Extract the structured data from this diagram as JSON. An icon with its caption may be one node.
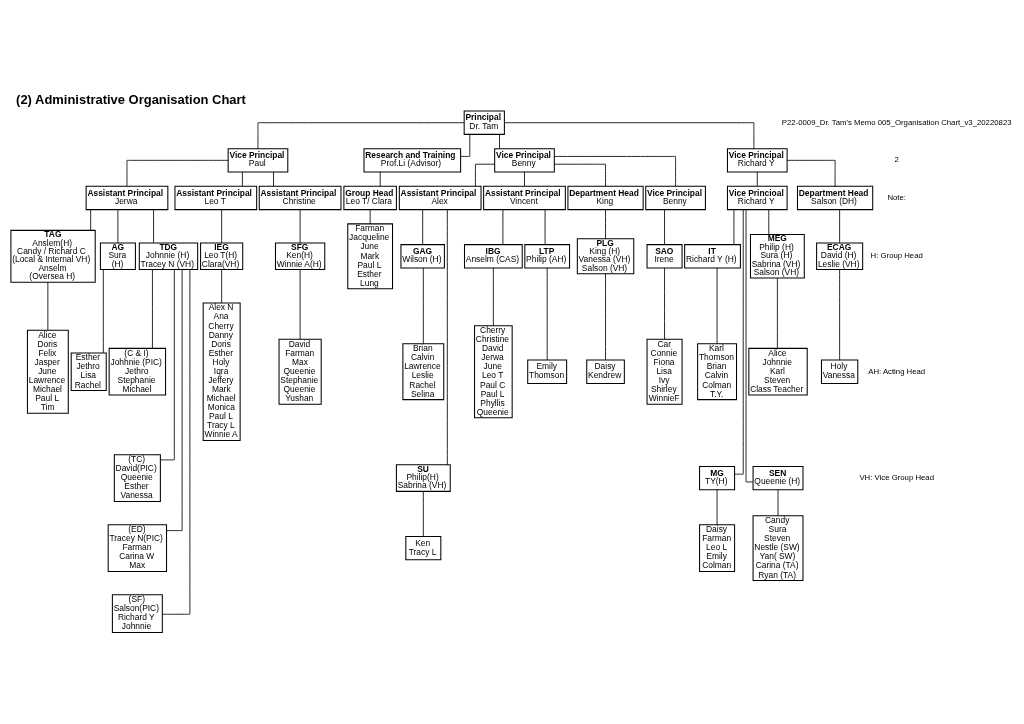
{
  "diagram": {
    "title": "(2) Administrative Organisation Chart",
    "nodes": [
      {
        "text": [
          "Principal",
          "Dr. Tam"
        ]
      },
      {
        "text": [
          "Vice Principal",
          "Paul"
        ]
      },
      {
        "text": [
          "Research and Training",
          "Prof.Li (Advisor)"
        ]
      },
      {
        "text": [
          "Vice Principal",
          "Benny"
        ]
      },
      {
        "text": [
          "Vice Principal",
          "Richard Y"
        ]
      },
      {
        "text": [
          "Assistant Principal",
          "Jerwa"
        ]
      },
      {
        "text": [
          "Assistant Principal",
          "Leo T"
        ]
      },
      {
        "text": [
          "Assistant Principal",
          "Christine"
        ]
      },
      {
        "text": [
          "Group Head",
          "Leo T/ Clara"
        ]
      },
      {
        "text": [
          "Assistant Principal",
          "Alex"
        ]
      },
      {
        "text": [
          "Assistant Principal",
          "Vincent"
        ]
      },
      {
        "text": [
          "Department Head",
          "King"
        ]
      },
      {
        "text": [
          "Vice Principal",
          "Benny"
        ]
      },
      {
        "text": [
          "Vice Princioal",
          "Richard Y"
        ]
      },
      {
        "text": [
          "Department Head",
          "Salson (DH)"
        ]
      },
      {
        "text": [
          "TAG",
          "Anslem(H)",
          "Candy / Richard C",
          "(Local & Internal VH)",
          "Anselm",
          "(Oversea H)"
        ]
      },
      {
        "text": [
          "Alice",
          "Doris",
          "Felix",
          "Jasper",
          "June",
          "Lawrence",
          "Michael",
          "Paul L",
          "Tim"
        ]
      },
      {
        "text": [
          "AG",
          "Sura",
          "(H)"
        ]
      },
      {
        "text": [
          "Esther",
          "Jethro",
          "Lisa",
          "Rachel"
        ]
      },
      {
        "text": [
          "TDG",
          "Johnnie (H)",
          "Tracey N (VH)"
        ]
      },
      {
        "text": [
          "(C & I)",
          "Johhnie (PIC)",
          "Jethro",
          "Stephanie",
          "Michael"
        ]
      },
      {
        "text": [
          "(TC)",
          "David(PIC)",
          "Queenie",
          "Esther",
          "Vanessa"
        ]
      },
      {
        "text": [
          "(ED)",
          "Tracey N(PIC)",
          "Farman",
          "Carina W",
          "Max"
        ]
      },
      {
        "text": [
          "(SF)",
          "Salson(PIC)",
          "Richard Y",
          "Johnnie"
        ]
      },
      {
        "text": [
          "IEG",
          "Leo T(H)",
          "Clara(VH)"
        ]
      },
      {
        "text": [
          "Alex N",
          "Ana",
          "Cherry",
          "Danny",
          "Doris",
          "Esther",
          "Holy",
          "Iqra",
          "Jeffery",
          "Mark",
          "Michael",
          "Monica",
          "Paul L",
          "Tracy L",
          "Winnie A"
        ]
      },
      {
        "text": [
          "SFG",
          "Ken(H)",
          "Winnie A(H)"
        ]
      },
      {
        "text": [
          "David",
          "Farman",
          "Max",
          "Queenie",
          "Stephanie",
          "Queenie",
          "Yushan"
        ]
      },
      {
        "text": [
          "Farman",
          "Jacqueline",
          "June",
          "Mark",
          "Paul L",
          "Esther",
          "Lung"
        ]
      },
      {
        "text": [
          "GAG",
          "Wilson (H)"
        ]
      },
      {
        "text": [
          "Brian",
          "Calvin",
          "Lawrence",
          "Leslie",
          "Rachel",
          "Selina"
        ]
      },
      {
        "text": [
          "SU",
          "Philip(H)",
          "Sabrina (VH)"
        ]
      },
      {
        "text": [
          "Ken",
          "Tracy L"
        ]
      },
      {
        "text": [
          "IBG",
          "Anselm (CAS)"
        ]
      },
      {
        "text": [
          "Cherry",
          "Christine",
          "David",
          "Jerwa",
          "June",
          "Leo T",
          "Paul C",
          "Paul L",
          "Phyllis",
          "Queenie"
        ]
      },
      {
        "text": [
          "LTP",
          "Philip (AH)"
        ]
      },
      {
        "text": [
          "Emily",
          "Thomson"
        ]
      },
      {
        "text": [
          "PLG",
          "King (H)",
          "Vanessa (VH)",
          "Salson (VH)"
        ]
      },
      {
        "text": [
          "Daisy",
          "Kendrew"
        ]
      },
      {
        "text": [
          "SAO",
          "Irene"
        ]
      },
      {
        "text": [
          "Car",
          "Connie",
          "Fiona",
          "Lisa",
          "Ivy",
          "Shirley",
          "WinnieF"
        ]
      },
      {
        "text": [
          "IT",
          "Richard Y (H)"
        ]
      },
      {
        "text": [
          "Karl",
          "Thomson",
          "Brian",
          "Calvin",
          "Colman",
          "T.Y."
        ]
      },
      {
        "text": [
          "MG",
          "TY(H)"
        ]
      },
      {
        "text": [
          "Daisy",
          "Farman",
          "Leo L",
          "Emily",
          "Colman"
        ]
      },
      {
        "text": [
          "MEG",
          "Philip (H)",
          "Sura (H)",
          "Sabrina (VH)",
          "Salson (VH)"
        ]
      },
      {
        "text": [
          "Alice",
          "Johnnie",
          "Karl",
          "Steven",
          "Class Teacher"
        ]
      },
      {
        "text": [
          "SEN",
          "Queenie (H)"
        ]
      },
      {
        "text": [
          "Candy",
          "Sura",
          "Steven",
          "Nestle (SW)",
          "Yan( SW)",
          "Carina (TA)",
          "Ryan (TA)"
        ]
      },
      {
        "text": [
          "ECAG",
          "David (H)",
          "Leslie (VH)"
        ]
      },
      {
        "text": [
          "Holy",
          "Vanessa"
        ]
      }
    ],
    "edges": [
      {
        "from": 0,
        "to": 1,
        "arrow": "none"
      },
      {
        "from": 0,
        "to": 2,
        "arrow": "none"
      },
      {
        "from": 0,
        "to": 3,
        "arrow": "none"
      },
      {
        "from": 0,
        "to": 4,
        "arrow": "none"
      },
      {
        "from": 1,
        "to": 5,
        "arrow": "none"
      },
      {
        "from": 1,
        "to": 6,
        "arrow": "none"
      },
      {
        "from": 1,
        "to": 7,
        "arrow": "none"
      },
      {
        "from": 2,
        "to": 8,
        "arrow": "none"
      },
      {
        "from": 3,
        "to": 9,
        "arrow": "none"
      },
      {
        "from": 3,
        "to": 10,
        "arrow": "none"
      },
      {
        "from": 3,
        "to": 11,
        "arrow": "none"
      },
      {
        "from": 3,
        "to": 12,
        "arrow": "none"
      },
      {
        "from": 4,
        "to": 13,
        "arrow": "none"
      },
      {
        "from": 4,
        "to": 14,
        "arrow": "none"
      },
      {
        "from": 5,
        "to": 15,
        "arrow": "none"
      },
      {
        "from": 15,
        "to": 16,
        "arrow": "none"
      },
      {
        "from": 5,
        "to": 17,
        "arrow": "none"
      },
      {
        "from": 17,
        "to": 18,
        "arrow": "none"
      },
      {
        "from": 5,
        "to": 19,
        "arrow": "none"
      },
      {
        "from": 19,
        "to": 20,
        "arrow": "none"
      },
      {
        "from": 19,
        "to": 21,
        "arrow": "none"
      },
      {
        "from": 19,
        "to": 22,
        "arrow": "none"
      },
      {
        "from": 19,
        "to": 23,
        "arrow": "none"
      },
      {
        "from": 6,
        "to": 24,
        "arrow": "none"
      },
      {
        "from": 24,
        "to": 25,
        "arrow": "none"
      },
      {
        "from": 7,
        "to": 26,
        "arrow": "none"
      },
      {
        "from": 26,
        "to": 27,
        "arrow": "none"
      },
      {
        "from": 8,
        "to": 28,
        "arrow": "none"
      },
      {
        "from": 9,
        "to": 29,
        "arrow": "none"
      },
      {
        "from": 29,
        "to": 30,
        "arrow": "none"
      },
      {
        "from": 9,
        "to": 31,
        "arrow": "none"
      },
      {
        "from": 31,
        "to": 32,
        "arrow": "none"
      },
      {
        "from": 10,
        "to": 33,
        "arrow": "none"
      },
      {
        "from": 33,
        "to": 34,
        "arrow": "none"
      },
      {
        "from": 10,
        "to": 35,
        "arrow": "none"
      },
      {
        "from": 35,
        "to": 36,
        "arrow": "none"
      },
      {
        "from": 11,
        "to": 37,
        "arrow": "none"
      },
      {
        "from": 37,
        "to": 38,
        "arrow": "none"
      },
      {
        "from": 12,
        "to": 39,
        "arrow": "none"
      },
      {
        "from": 39,
        "to": 40,
        "arrow": "none"
      },
      {
        "from": 13,
        "to": 41,
        "arrow": "none"
      },
      {
        "from": 41,
        "to": 42,
        "arrow": "none"
      },
      {
        "from": 13,
        "to": 43,
        "arrow": "none"
      },
      {
        "from": 43,
        "to": 44,
        "arrow": "none"
      },
      {
        "from": 13,
        "to": 45,
        "arrow": "none"
      },
      {
        "from": 45,
        "to": 46,
        "arrow": "none"
      },
      {
        "from": 13,
        "to": 47,
        "arrow": "none"
      },
      {
        "from": 47,
        "to": 48,
        "arrow": "none"
      },
      {
        "from": 14,
        "to": 49,
        "arrow": "none"
      },
      {
        "from": 49,
        "to": 50,
        "arrow": "none"
      }
    ],
    "labels": [
      "P22-0009_Dr. Tam's Memo 005_Organisation Chart_v3_20220823",
      "2",
      "Note:",
      "H: Group Head",
      "AH: Acting Head",
      "VH: Vice Group Head"
    ]
  }
}
